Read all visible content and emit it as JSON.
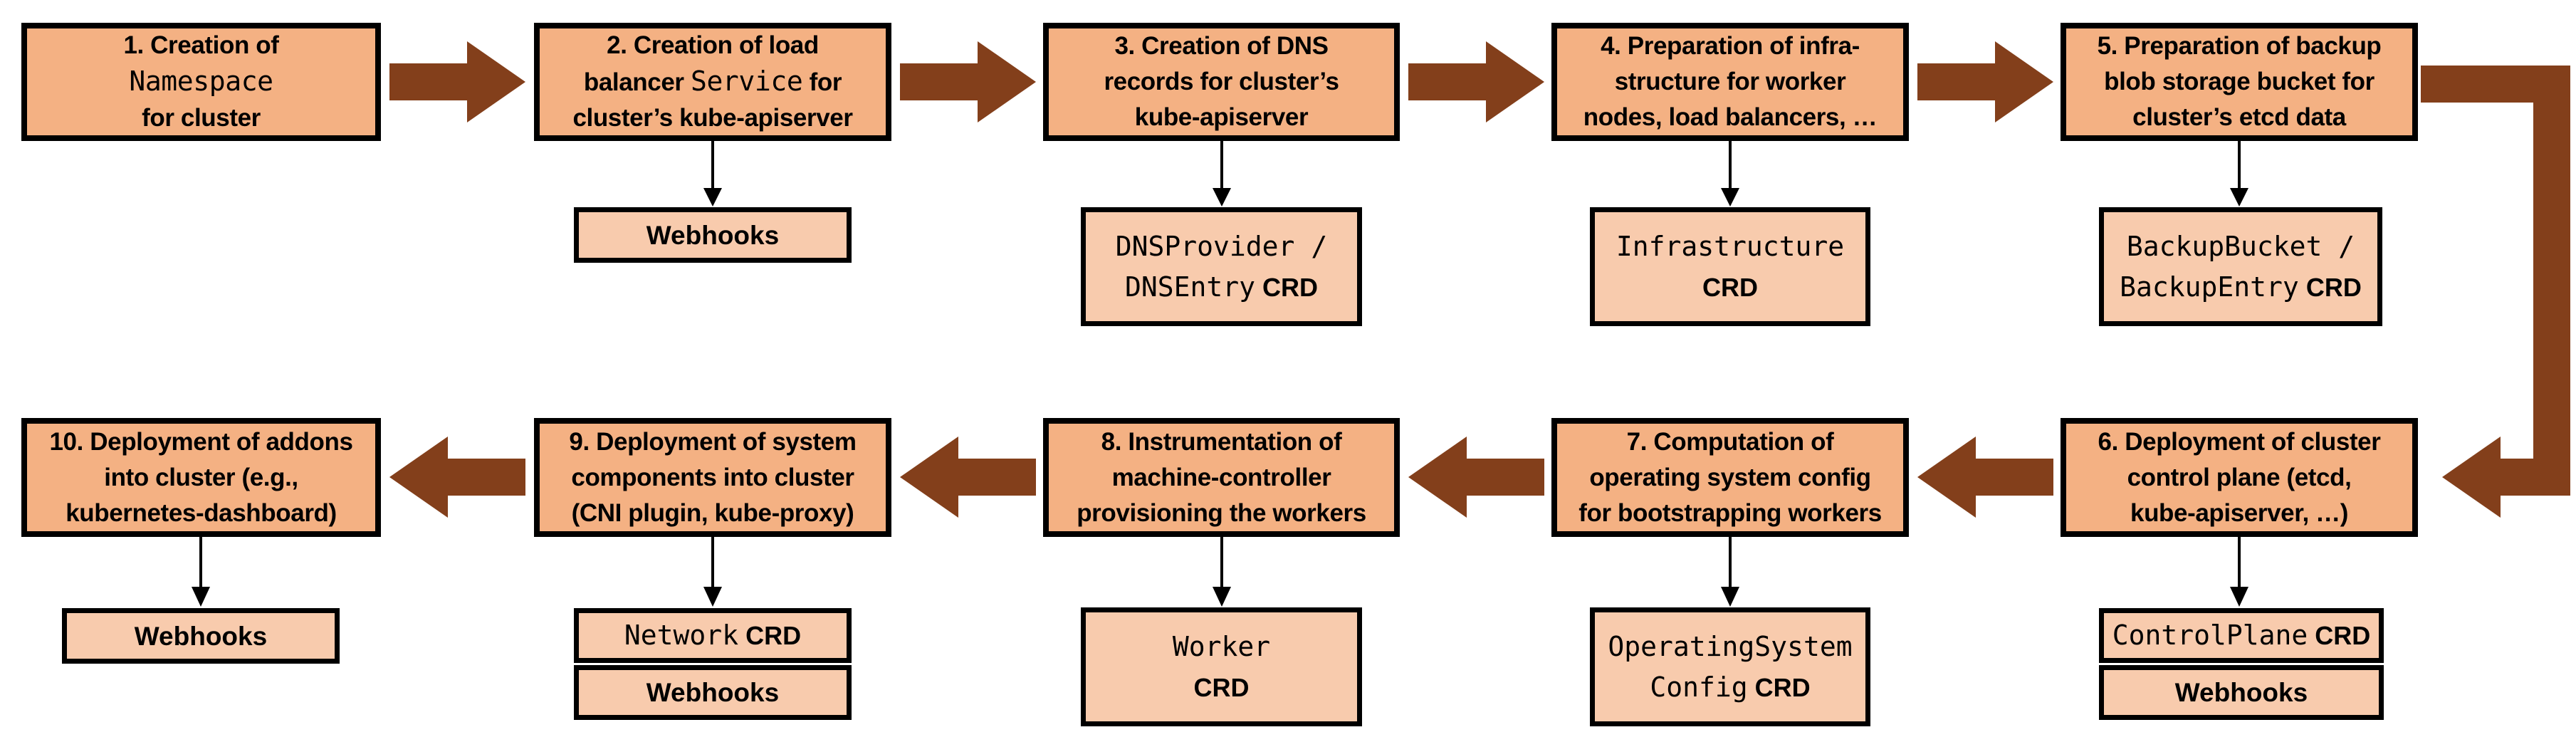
{
  "colors": {
    "step_box_fill": "#F4B183",
    "crd_box_fill": "#F8CBAD",
    "arrow_fill": "#833F1B",
    "border_color": "#000000"
  },
  "steps": [
    {
      "id": "step-1",
      "lines": [
        [
          {
            "t": "1. Creation of"
          }
        ],
        [
          {
            "t": "Namespace",
            "f": "mono"
          }
        ],
        [
          {
            "t": "for cluster"
          }
        ]
      ],
      "children": []
    },
    {
      "id": "step-2",
      "lines": [
        [
          {
            "t": "2. Creation of load"
          }
        ],
        [
          {
            "t": "balancer "
          },
          {
            "t": "Service",
            "f": "mono"
          },
          {
            "t": " for"
          }
        ],
        [
          {
            "t": "cluster’s kube-apiserver"
          }
        ]
      ],
      "children": [
        {
          "lines": [
            [
              {
                "t": "Webhooks"
              }
            ]
          ]
        }
      ]
    },
    {
      "id": "step-3",
      "lines": [
        [
          {
            "t": "3. Creation of DNS"
          }
        ],
        [
          {
            "t": "records for cluster’s"
          }
        ],
        [
          {
            "t": "kube-apiserver"
          }
        ]
      ],
      "children": [
        {
          "lines": [
            [
              {
                "t": "DNSProvider /",
                "f": "mono"
              }
            ],
            [
              {
                "t": "DNSEntry",
                "f": "mono"
              },
              {
                "t": " CRD",
                "f": "crd"
              }
            ]
          ]
        }
      ]
    },
    {
      "id": "step-4",
      "lines": [
        [
          {
            "t": "4. Preparation of infra-"
          }
        ],
        [
          {
            "t": "structure for worker"
          }
        ],
        [
          {
            "t": "nodes, load balancers, …"
          }
        ]
      ],
      "children": [
        {
          "lines": [
            [
              {
                "t": "Infrastructure",
                "f": "mono"
              }
            ],
            [
              {
                "t": "CRD",
                "f": "crd"
              }
            ]
          ]
        }
      ]
    },
    {
      "id": "step-5",
      "lines": [
        [
          {
            "t": "5. Preparation of backup"
          }
        ],
        [
          {
            "t": "blob storage bucket for"
          }
        ],
        [
          {
            "t": "cluster’s etcd data"
          }
        ]
      ],
      "children": [
        {
          "lines": [
            [
              {
                "t": "BackupBucket /",
                "f": "mono"
              }
            ],
            [
              {
                "t": "BackupEntry",
                "f": "mono"
              },
              {
                "t": " CRD",
                "f": "crd"
              }
            ]
          ]
        }
      ]
    },
    {
      "id": "step-6",
      "lines": [
        [
          {
            "t": "6. Deployment of cluster"
          }
        ],
        [
          {
            "t": "control plane (etcd,"
          }
        ],
        [
          {
            "t": "kube-apiserver, …)"
          }
        ]
      ],
      "children": [
        {
          "lines": [
            [
              {
                "t": "ControlPlane",
                "f": "mono"
              },
              {
                "t": " CRD",
                "f": "crd"
              }
            ]
          ]
        },
        {
          "lines": [
            [
              {
                "t": "Webhooks"
              }
            ]
          ]
        }
      ]
    },
    {
      "id": "step-7",
      "lines": [
        [
          {
            "t": "7. Computation of"
          }
        ],
        [
          {
            "t": "operating system config"
          }
        ],
        [
          {
            "t": "for bootstrapping workers"
          }
        ]
      ],
      "children": [
        {
          "lines": [
            [
              {
                "t": "OperatingSystem",
                "f": "mono"
              }
            ],
            [
              {
                "t": "Config",
                "f": "mono"
              },
              {
                "t": " CRD",
                "f": "crd"
              }
            ]
          ]
        }
      ]
    },
    {
      "id": "step-8",
      "lines": [
        [
          {
            "t": "8. Instrumentation of"
          }
        ],
        [
          {
            "t": "machine-controller"
          }
        ],
        [
          {
            "t": "provisioning the workers"
          }
        ]
      ],
      "children": [
        {
          "lines": [
            [
              {
                "t": "Worker",
                "f": "mono"
              }
            ],
            [
              {
                "t": "CRD",
                "f": "crd"
              }
            ]
          ]
        }
      ]
    },
    {
      "id": "step-9",
      "lines": [
        [
          {
            "t": "9. Deployment of system"
          }
        ],
        [
          {
            "t": "components into cluster"
          }
        ],
        [
          {
            "t": "(CNI plugin, kube-proxy)"
          }
        ]
      ],
      "children": [
        {
          "lines": [
            [
              {
                "t": "Network",
                "f": "mono"
              },
              {
                "t": " CRD",
                "f": "crd"
              }
            ]
          ]
        },
        {
          "lines": [
            [
              {
                "t": "Webhooks"
              }
            ]
          ]
        }
      ]
    },
    {
      "id": "step-10",
      "lines": [
        [
          {
            "t": "10. Deployment of addons"
          }
        ],
        [
          {
            "t": "into cluster (e.g.,"
          }
        ],
        [
          {
            "t": "kubernetes-dashboard)"
          }
        ]
      ],
      "children": [
        {
          "lines": [
            [
              {
                "t": "Webhooks"
              }
            ]
          ]
        }
      ]
    }
  ]
}
